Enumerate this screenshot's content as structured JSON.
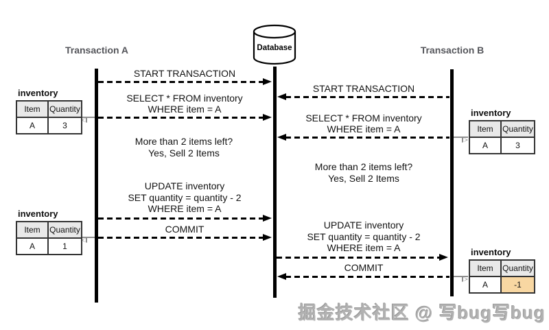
{
  "titles": {
    "transaction_a": "Transaction A",
    "transaction_b": "Transaction B",
    "database": "Database"
  },
  "messages": {
    "a_start": "START TRANSACTION",
    "a_select_1": "SELECT * FROM inventory",
    "a_select_2": "WHERE item = A",
    "a_think_1": "More than 2 items left?",
    "a_think_2": "Yes, Sell 2 Items",
    "a_update_1": "UPDATE inventory",
    "a_update_2": "SET quantity = quantity - 2",
    "a_update_3": "WHERE item = A",
    "a_commit": "COMMIT",
    "b_start": "START TRANSACTION",
    "b_select_1": "SELECT * FROM inventory",
    "b_select_2": "WHERE item = A",
    "b_think_1": "More than 2 items left?",
    "b_think_2": "Yes, Sell 2 Items",
    "b_update_1": "UPDATE inventory",
    "b_update_2": "SET quantity = quantity - 2",
    "b_update_3": "WHERE item = A",
    "b_commit": "COMMIT"
  },
  "tables": {
    "label": "inventory",
    "col_item": "Item",
    "col_quantity": "Quantity",
    "left_top": {
      "item": "A",
      "qty": "3"
    },
    "left_bottom": {
      "item": "A",
      "qty": "1"
    },
    "right_top": {
      "item": "A",
      "qty": "3"
    },
    "right_bottom": {
      "item": "A",
      "qty": "-1"
    }
  },
  "watermark": "掘金技术社区 @ 写bug写bug",
  "colors": {
    "title_text": "#55565b",
    "line": "#000000",
    "table_border": "#333333",
    "table_header_bg": "#e9e9e9",
    "highlight_cell_bg": "#f8d7a2",
    "connector": "#8f8f8f",
    "watermark_text": "#b2b2b2"
  }
}
